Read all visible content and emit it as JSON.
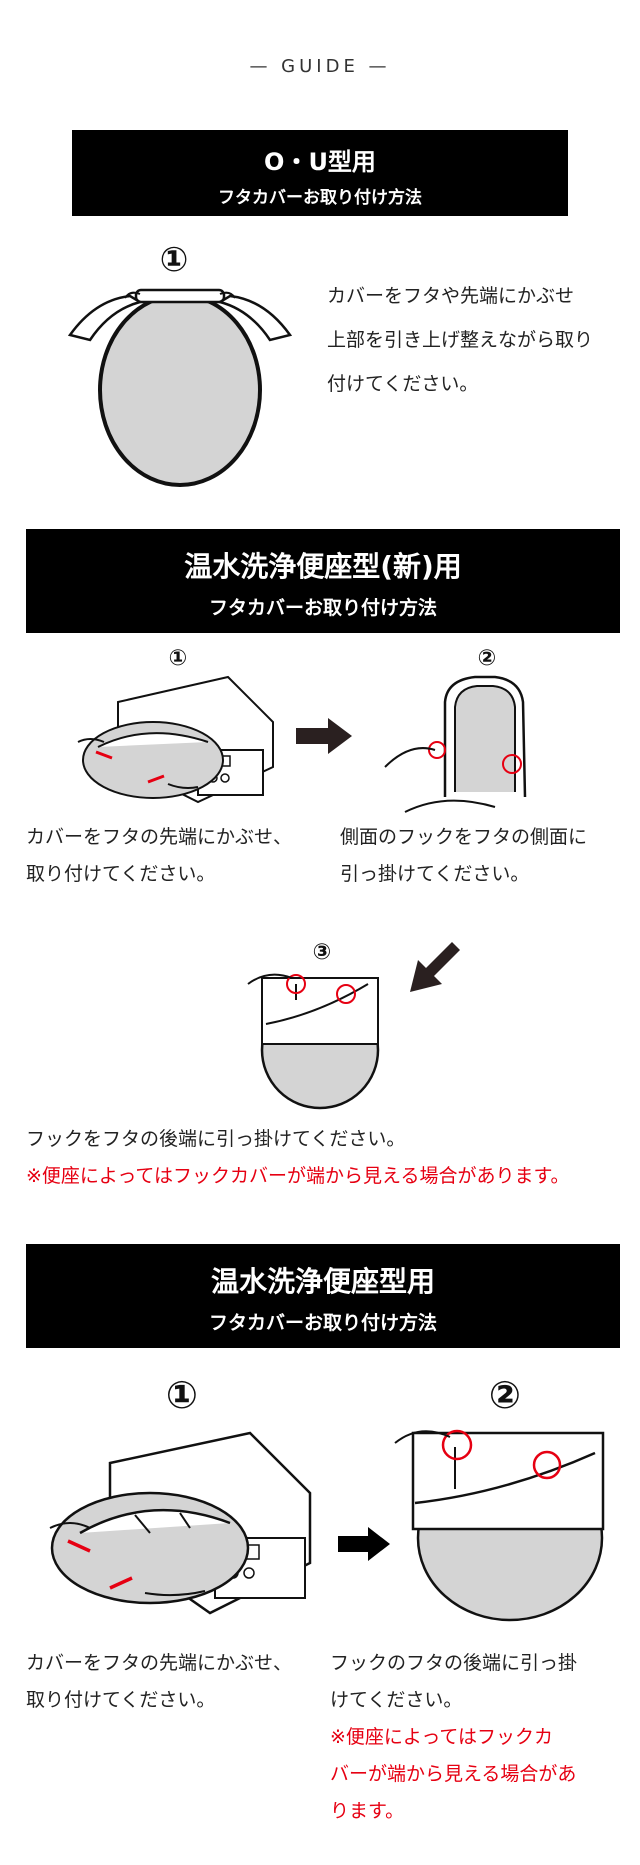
{
  "guide_label": "— GUIDE —",
  "sections": [
    {
      "title": "O・U型用",
      "subtitle": "フタカバーお取り付け方法",
      "steps": [
        {
          "num": "①",
          "lines": [
            "カバーをフタや先端にかぶせ",
            "上部を引き上げ整えながら取り",
            "付けてください。"
          ]
        }
      ]
    },
    {
      "title": "温水洗浄便座型(新)用",
      "subtitle": "フタカバーお取り付け方法",
      "steps": [
        {
          "num": "①",
          "lines": [
            "カバーをフタの先端にかぶせ、",
            "取り付けてください。"
          ]
        },
        {
          "num": "②",
          "lines": [
            "側面のフックをフタの側面に",
            "引っ掛けてください。"
          ]
        },
        {
          "num": "③",
          "lines": [
            "フックをフタの後端に引っ掛けてください。"
          ],
          "note": "※便座によってはフックカバーが端から見える場合があります。"
        }
      ]
    },
    {
      "title": "温水洗浄便座型用",
      "subtitle": "フタカバーお取り付け方法",
      "steps": [
        {
          "num": "①",
          "lines": [
            "カバーをフタの先端にかぶせ、",
            "取り付けてください。"
          ]
        },
        {
          "num": "②",
          "lines": [
            "フックのフタの後端に引っ掛",
            "けてください。"
          ],
          "note_lines": [
            "※便座によってはフックカ",
            "バーが端から見える場合があ",
            "ります。"
          ]
        }
      ]
    }
  ],
  "colors": {
    "banner_bg": "#000000",
    "banner_text": "#ffffff",
    "note_red": "#e60012",
    "cover_gray": "#d4d4d4"
  },
  "icons": [
    "arrow-right-icon",
    "arrow-down-left-icon"
  ]
}
